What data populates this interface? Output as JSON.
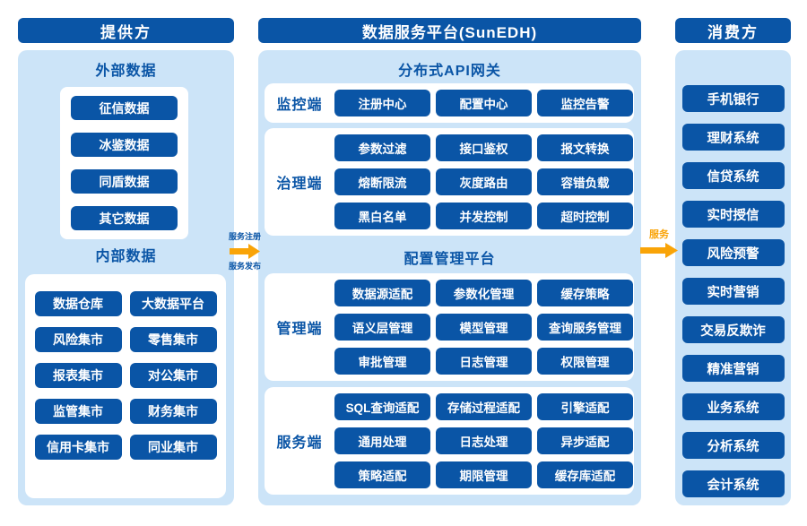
{
  "colors": {
    "primary_blue": "#0A55A6",
    "panel_light_blue": "#CCE4F8",
    "arrow_orange": "#F9A408",
    "box_white": "#FFFFFF"
  },
  "providers": {
    "header": "提供方",
    "external": {
      "title": "外部数据",
      "items": [
        "征信数据",
        "冰鉴数据",
        "同盾数据",
        "其它数据"
      ]
    },
    "internal": {
      "title": "内部数据",
      "items": [
        "数据仓库",
        "大数据平台",
        "风险集市",
        "零售集市",
        "报表集市",
        "对公集市",
        "监管集市",
        "财务集市",
        "信用卡集市",
        "同业集市"
      ]
    }
  },
  "platform": {
    "header": "数据服务平台(SunEDH)",
    "gateway": {
      "title": "分布式API网关",
      "groups": [
        {
          "label": "监控端",
          "rows": [
            [
              "注册中心",
              "配置中心",
              "监控告警"
            ]
          ]
        },
        {
          "label": "治理端",
          "rows": [
            [
              "参数过滤",
              "接口鉴权",
              "报文转换"
            ],
            [
              "熔断限流",
              "灰度路由",
              "容错负载"
            ],
            [
              "黑白名单",
              "并发控制",
              "超时控制"
            ]
          ]
        }
      ]
    },
    "config": {
      "title": "配置管理平台",
      "groups": [
        {
          "label": "管理端",
          "rows": [
            [
              "数据源适配",
              "参数化管理",
              "缓存策略"
            ],
            [
              "语义层管理",
              "模型管理",
              "查询服务管理"
            ],
            [
              "审批管理",
              "日志管理",
              "权限管理"
            ]
          ]
        },
        {
          "label": "服务端",
          "rows": [
            [
              "SQL查询适配",
              "存储过程适配",
              "引擎适配"
            ],
            [
              "通用处理",
              "日志处理",
              "异步适配"
            ],
            [
              "策略适配",
              "期限管理",
              "缓存库适配"
            ]
          ]
        }
      ]
    }
  },
  "consumers": {
    "header": "消费方",
    "items": [
      "手机银行",
      "理财系统",
      "信贷系统",
      "实时授信",
      "风险预警",
      "实时营销",
      "交易反欺诈",
      "精准营销",
      "业务系统",
      "分析系统",
      "会计系统"
    ]
  },
  "connectors": {
    "left": {
      "top_label": "服务注册",
      "bottom_label": "服务发布"
    },
    "right": {
      "label": "服务"
    }
  }
}
